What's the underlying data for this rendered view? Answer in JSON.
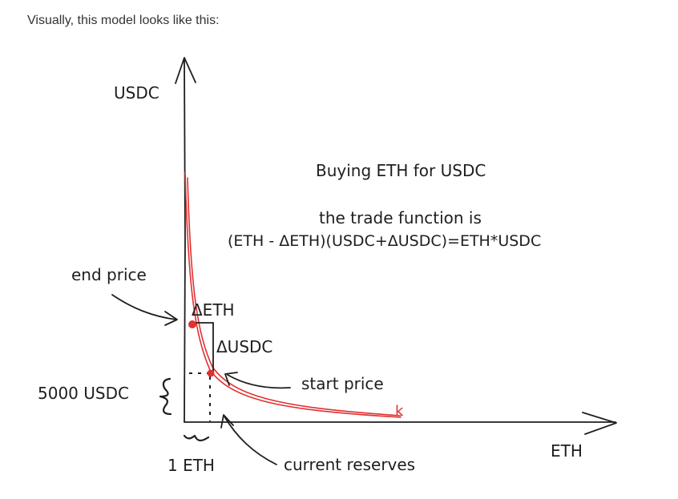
{
  "intro_text": "Visually, this model looks like this:",
  "diagram": {
    "labels": {
      "y_axis": "USDC",
      "x_axis": "ETH",
      "title": "Buying ETH for USDC",
      "formula_intro": "the trade function is",
      "formula": "(ETH - ΔETH)(USDC+ΔUSDC)=ETH*USDC",
      "end_price": "end price",
      "start_price": "start price",
      "delta_eth": "ΔETH",
      "delta_usdc": "ΔUSDC",
      "usdc_reserve": "5000 USDC",
      "eth_reserve": "1 ETH",
      "current_reserves": "current reserves",
      "curve_label": "k"
    },
    "colors": {
      "ink": "#1e1e1e",
      "curve": "#e03131",
      "point": "#e03131"
    }
  }
}
